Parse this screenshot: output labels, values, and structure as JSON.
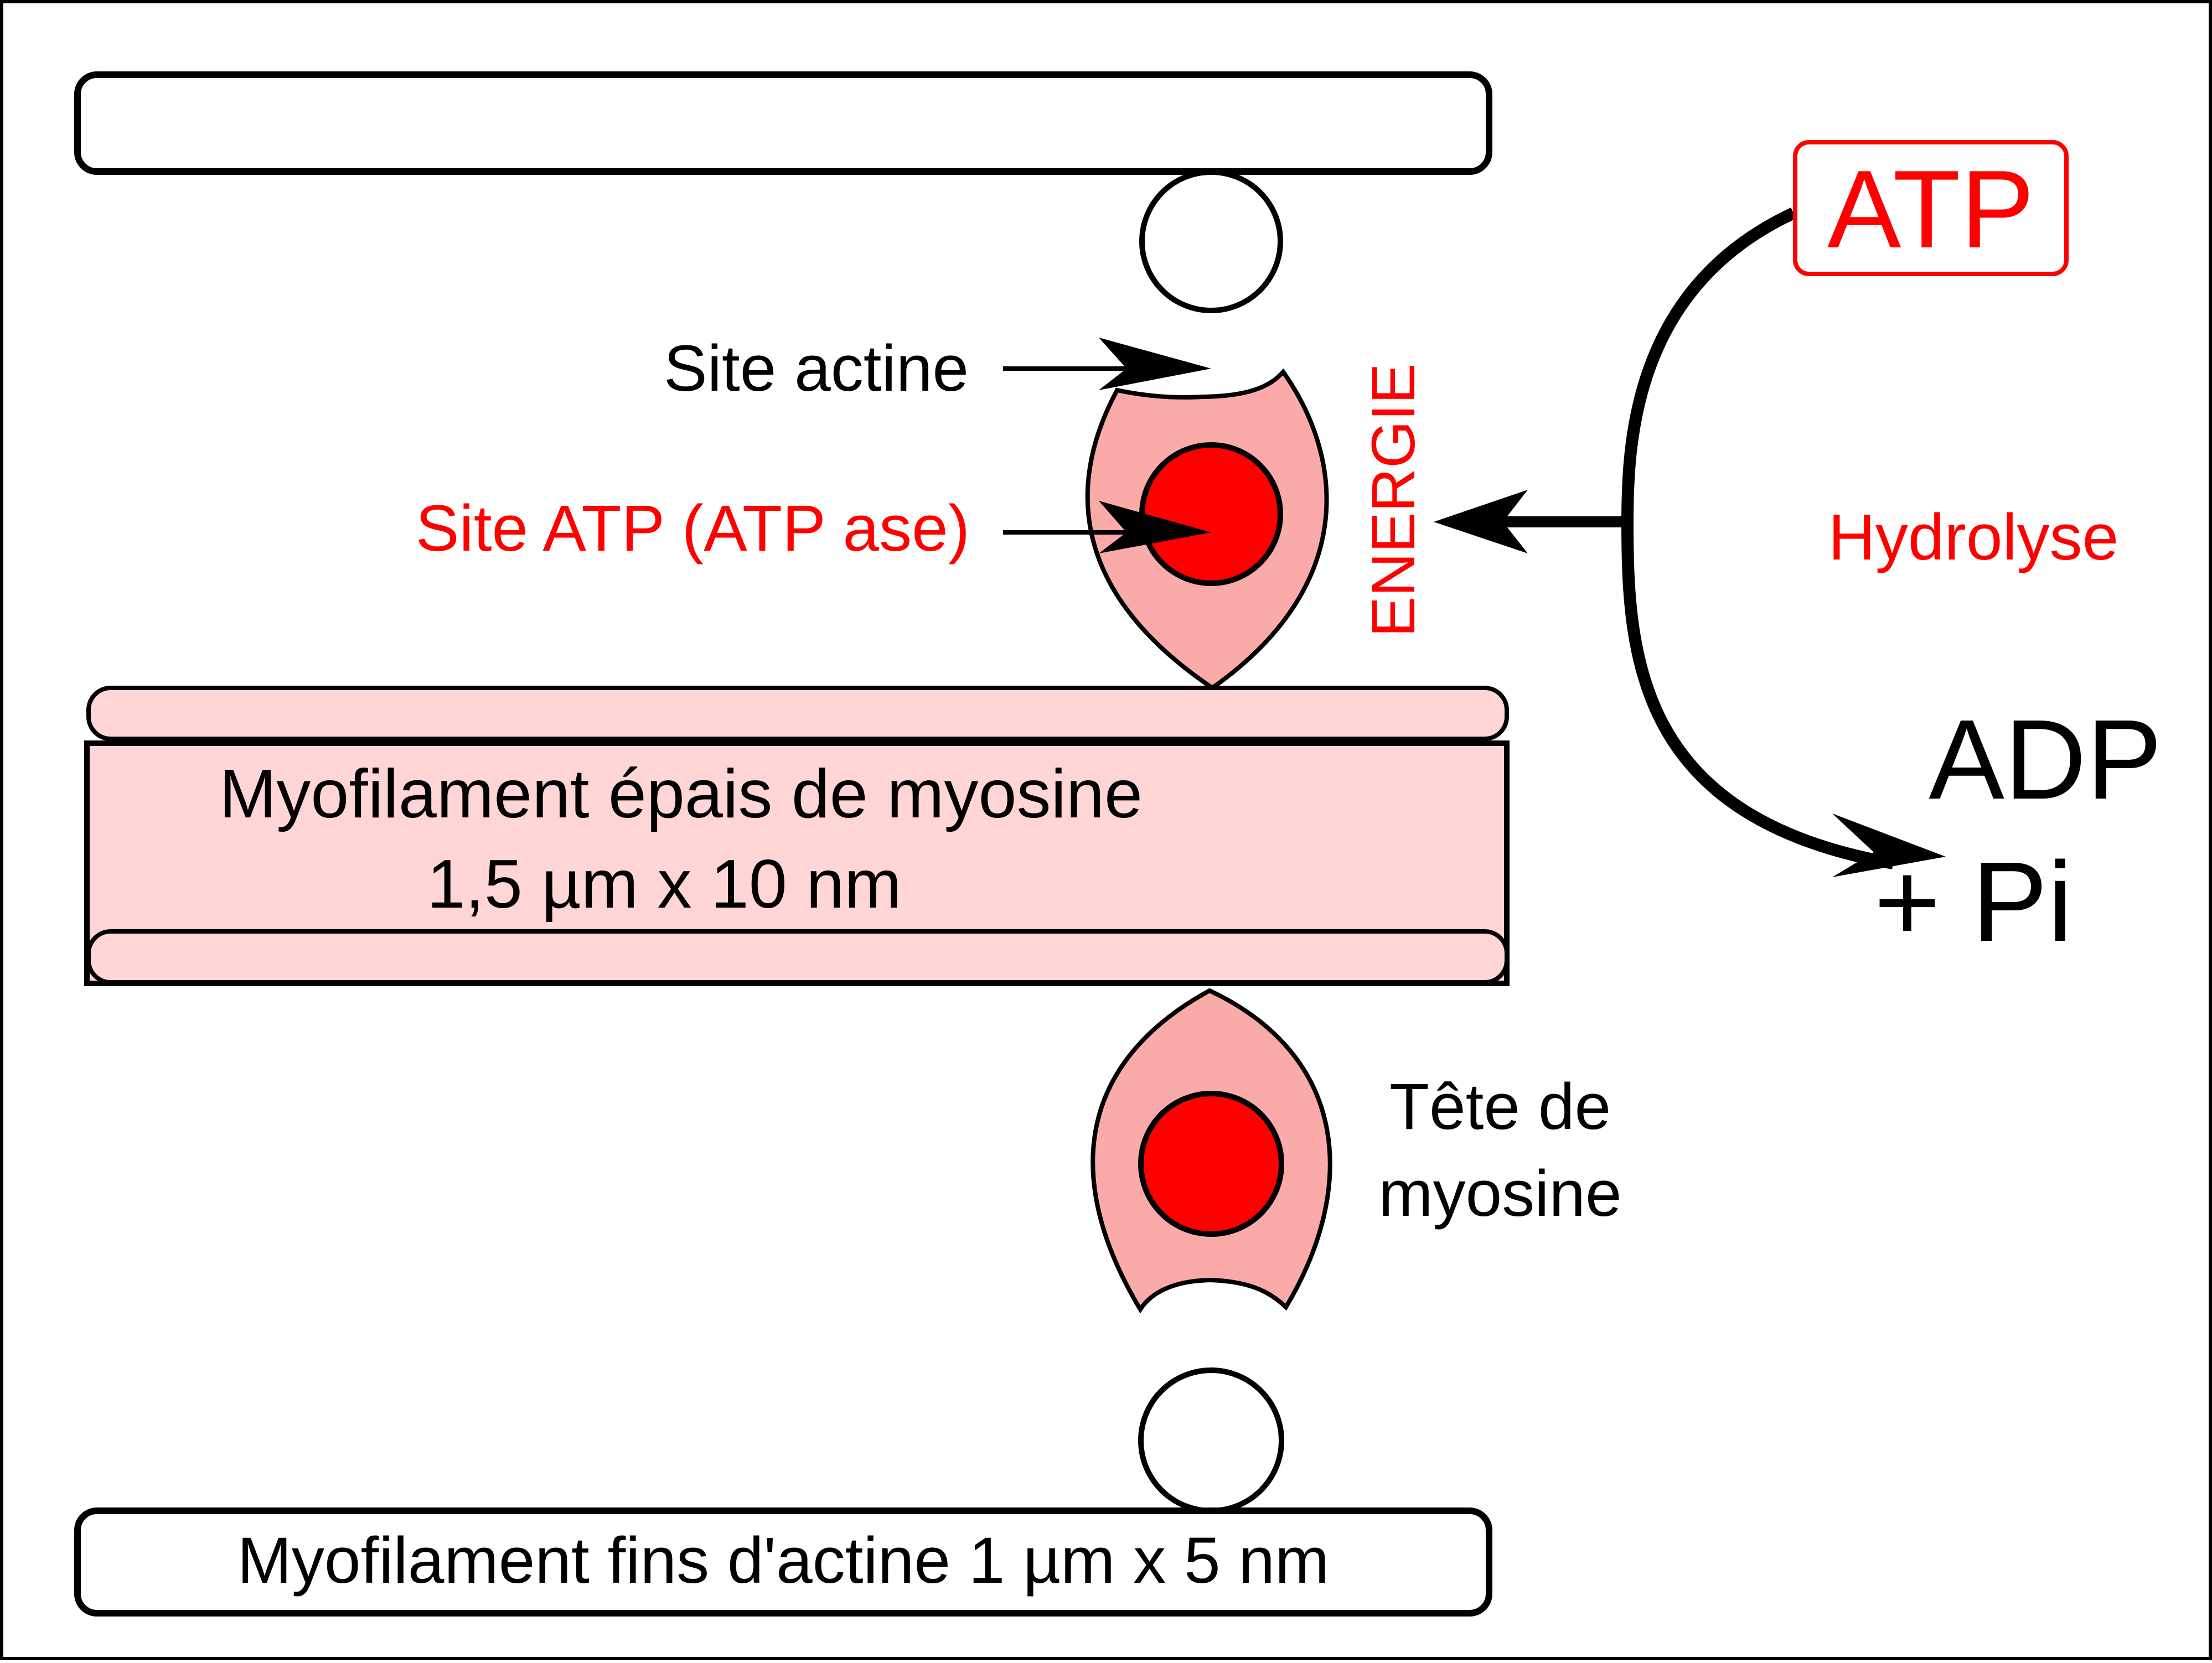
{
  "labels": {
    "site_actine": "Site actine",
    "site_atp": "Site ATP (ATP ase)",
    "energie": "ENERGIE",
    "atp": "ATP",
    "hydrolyse": "Hydrolyse",
    "adp": "ADP",
    "pi": "+ Pi",
    "myosin_filament_line1": "Myofilament épais de myosine",
    "myosin_filament_line2": "1,5 µm x 10 nm",
    "tete_line1": "Tête de",
    "tete_line2": "myosine",
    "actin_filament": "Myofilament fins d'actine 1 µm x 5 nm"
  },
  "colors": {
    "red": "#ff0000",
    "myosin_head_fill": "#fbaaaa",
    "myosin_filament_fill": "#ffd5d5",
    "stroke": "#000000",
    "background": "#ffffff"
  }
}
